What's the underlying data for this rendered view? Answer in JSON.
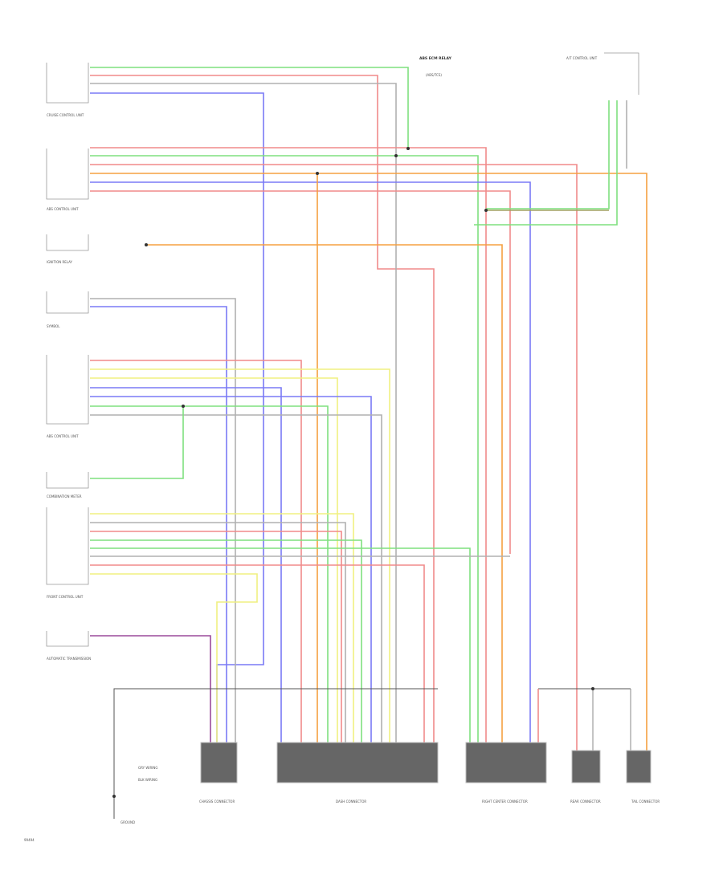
{
  "colors": {
    "green": "#7fe07f",
    "red": "#f08a8a",
    "yellow": "#f0f080",
    "blue": "#7a7af5",
    "orange": "#f5a040",
    "gray": "#b0b0b0",
    "violet": "#9a4a9a",
    "lightred": "#f5b0b0",
    "darkgray": "#888888",
    "olive": "#a0a060"
  },
  "labels": {
    "page_code": "99494",
    "top_center": "ABS ECM RELAY",
    "top_center_sub": "(ABS/TCS)",
    "top_right": "A/T CONTROL UNIT",
    "comp1": "CRUISE CONTROL UNIT",
    "comp2": "ABS CONTROL UNIT",
    "comp3": "IGNITION RELAY",
    "comp4": "SYMBOL",
    "comp5": "ABS CONTROL UNIT",
    "comp6": "COMBINATION METER",
    "comp7": "FRONT CONTROL UNIT",
    "comp8": "AUTOMATIC TRANSMISSION",
    "bot1": "CHASSIS CONNECTOR",
    "bot2": "DASH CONNECTOR",
    "bot3": "RIGHT CENTER CONNECTOR",
    "bot4": "REAR CONNECTOR",
    "bot5": "TAIL CONNECTOR",
    "ground": "GROUND",
    "legend_a": "GRY WIRING",
    "legend_b": "BLK WIRING"
  }
}
